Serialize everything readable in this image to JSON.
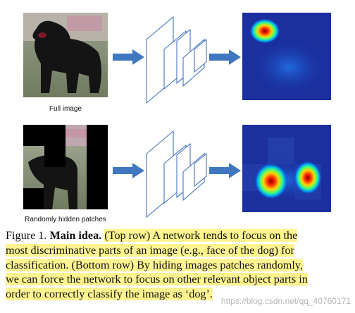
{
  "panels": {
    "top_label": "Full image",
    "bottom_label": "Randomly hidden patches"
  },
  "caption": {
    "figure": "Figure 1.",
    "title": "Main idea.",
    "lines": [
      "(Top row) A network tends to focus on the",
      "most discriminative parts of an image (e.g., face of the dog) for",
      "classification. (Bottom row) By hiding images patches randomly,",
      "we can force the network to focus on other relevant object parts in",
      "order to correctly classify the image as ‘dog’."
    ]
  },
  "watermark": "https://blog.csdn.net/qq_40760171",
  "colors": {
    "arrow": "#3f78c0",
    "network_stroke": "#4472c4",
    "heatmap_bg": "#1b2f9e",
    "highlight": "#fff48f"
  }
}
